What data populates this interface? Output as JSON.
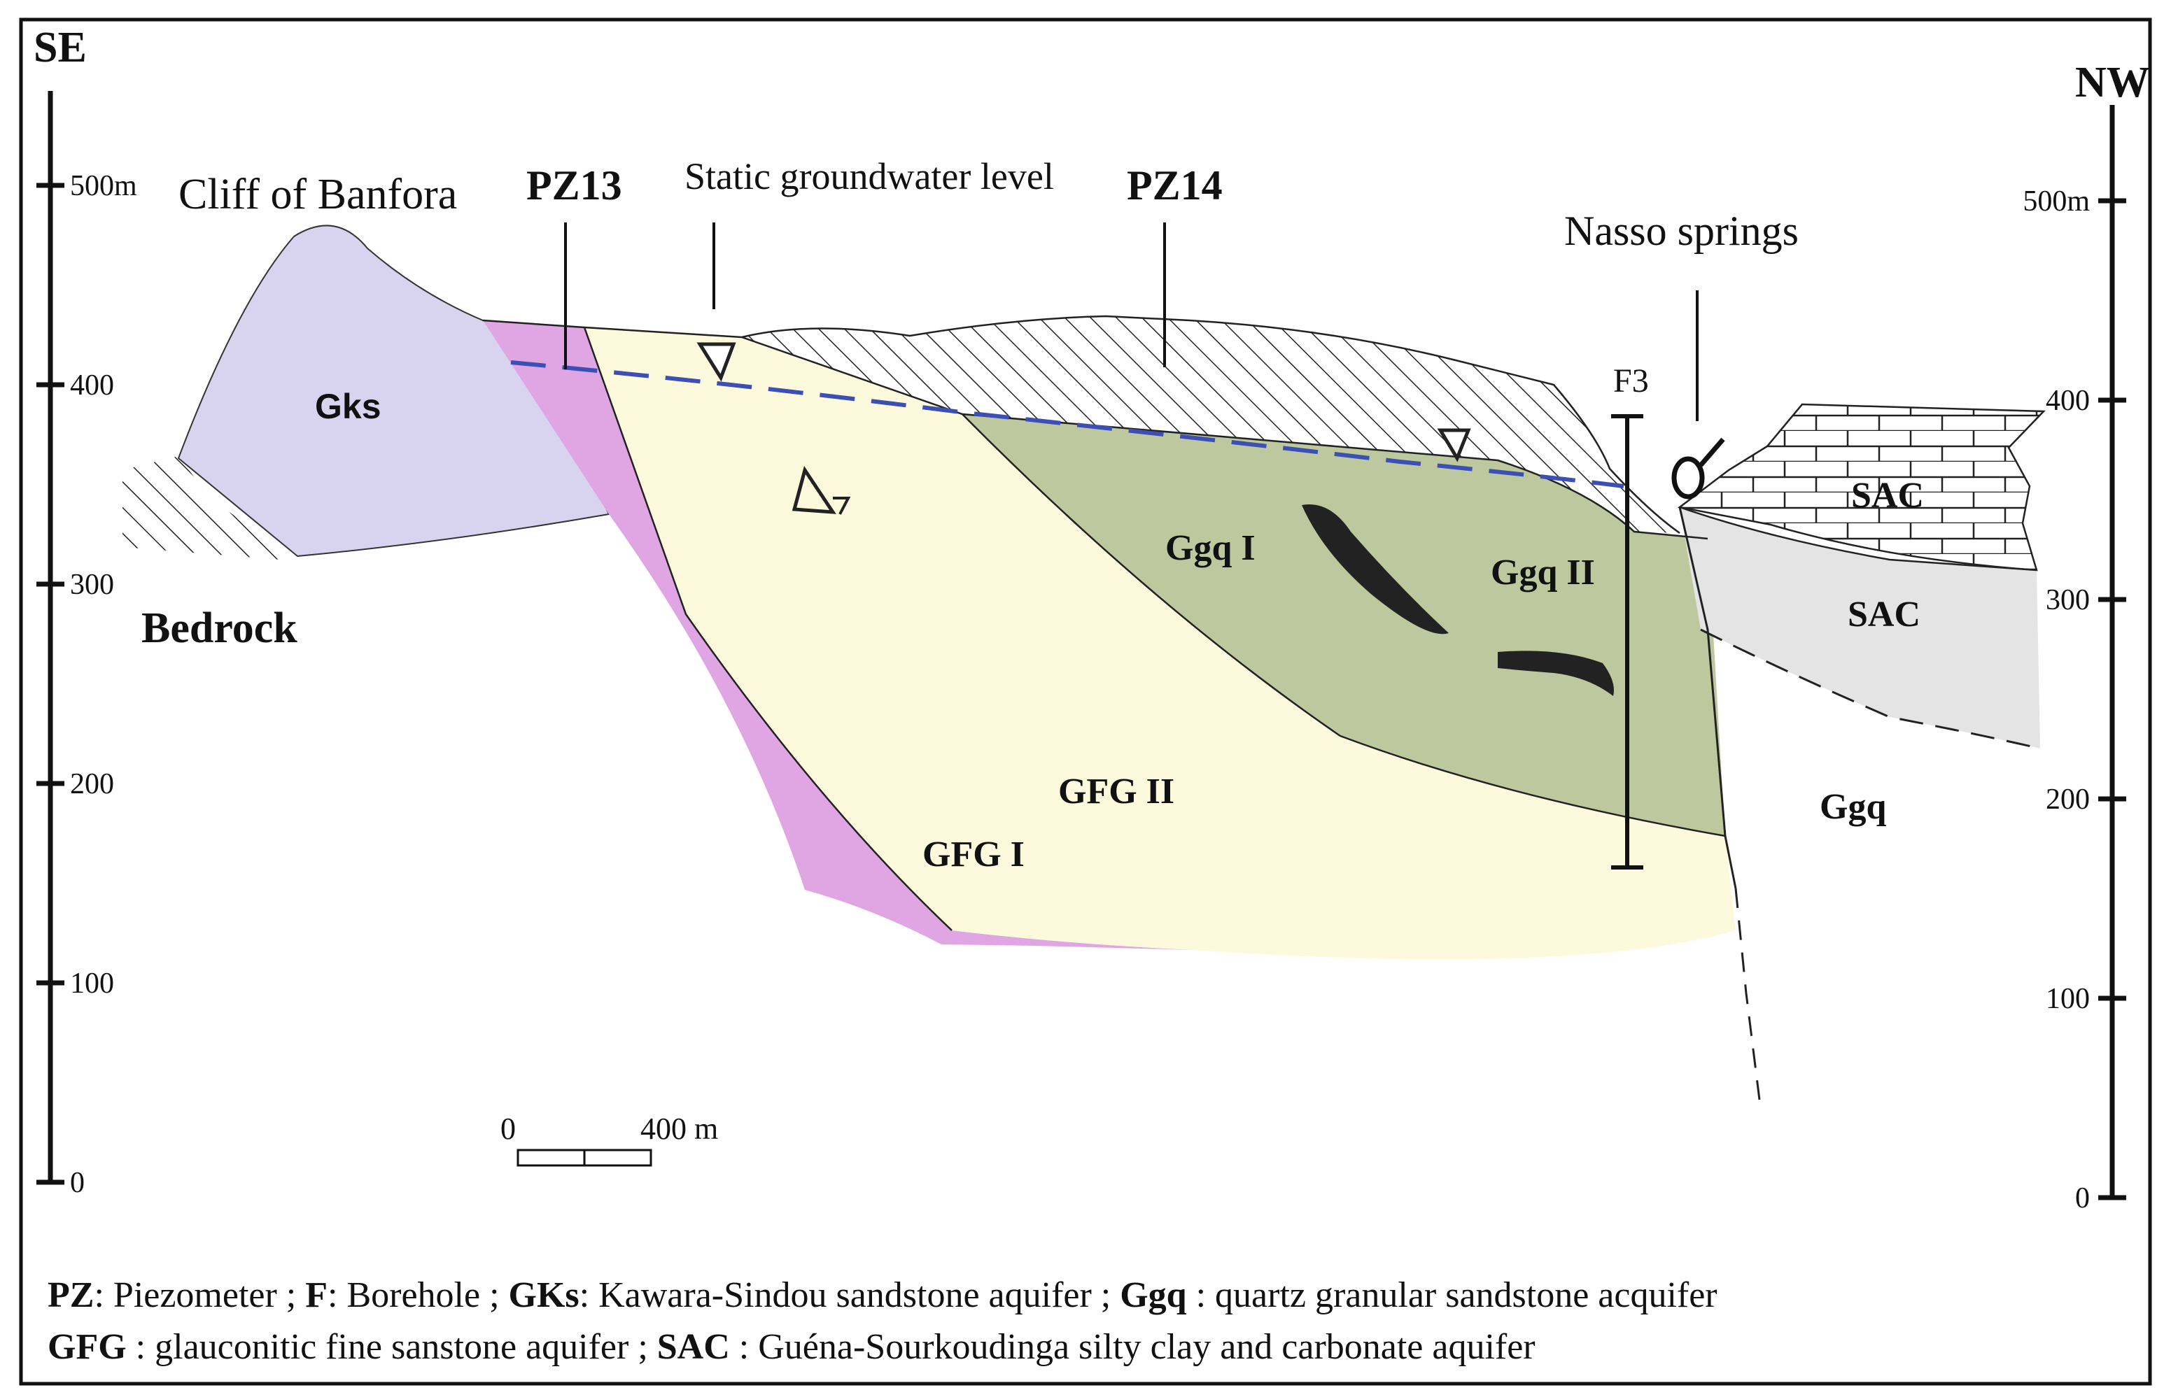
{
  "orientation": {
    "left": "SE",
    "right": "NW"
  },
  "left_axis": {
    "ticks": [
      {
        "value": 500,
        "label": "500m"
      },
      {
        "value": 400,
        "label": "400"
      },
      {
        "value": 300,
        "label": "300"
      },
      {
        "value": 200,
        "label": "200"
      },
      {
        "value": 100,
        "label": "100"
      },
      {
        "value": 0,
        "label": "0"
      }
    ]
  },
  "right_axis": {
    "ticks": [
      {
        "value": 500,
        "label": "500m"
      },
      {
        "value": 400,
        "label": "400"
      },
      {
        "value": 300,
        "label": "300"
      },
      {
        "value": 200,
        "label": "200"
      },
      {
        "value": 100,
        "label": "100"
      },
      {
        "value": 0,
        "label": "0"
      }
    ]
  },
  "features": {
    "cliff": "Cliff of Banfora",
    "pz13": "PZ13",
    "static_level": "Static groundwater level",
    "pz14": "PZ14",
    "nasso": "Nasso springs",
    "f3": "F3"
  },
  "units": {
    "gks": "Gks",
    "bedrock": "Bedrock",
    "ggq1": "Ggq I",
    "ggq2": "Ggq II",
    "gfg1": "GFG I",
    "gfg2": "GFG II",
    "sac_upper": "SAC",
    "sac_lower": "SAC",
    "ggq": "Ggq"
  },
  "scale_bar": {
    "start": "0",
    "end": "400 m"
  },
  "legend": {
    "line1": [
      {
        "abbr": "PZ",
        "text": ": Piezometer ; "
      },
      {
        "abbr": "F",
        "text": ": Borehole ; "
      },
      {
        "abbr": "GKs",
        "text": ": Kawara-Sindou sandstone aquifer ; "
      },
      {
        "abbr": "Ggq",
        "text": " : quartz granular sandstone acquifer"
      }
    ],
    "line2": [
      {
        "abbr": "GFG",
        "text": " : glauconitic fine sanstone aquifer ; "
      },
      {
        "abbr": "SAC",
        "text": " : Guéna-Sourkoudinga silty clay and carbonate aquifer"
      }
    ]
  },
  "colors": {
    "gks": "#d8d4f0",
    "gfg1": "#dfa6e3",
    "gfg2": "#fdf9dc",
    "ggq": "#bec89f",
    "sac_lower": "#e4e4e4",
    "water_line": "#3b4fb4",
    "frame": "#111111"
  }
}
